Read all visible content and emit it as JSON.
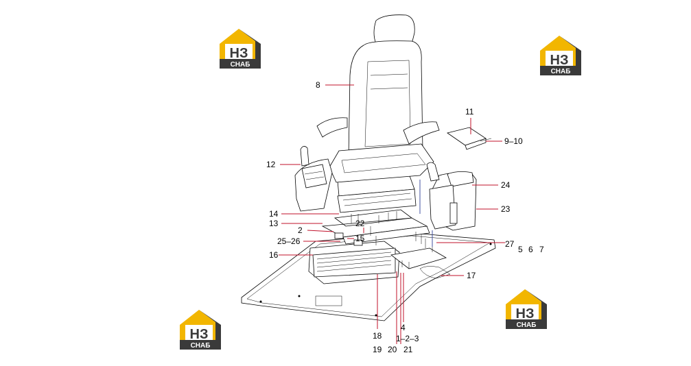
{
  "logos": [
    {
      "letters": "НЗ",
      "word": "СНАБ"
    },
    {
      "letters": "НЗ",
      "word": "СНАБ"
    },
    {
      "letters": "НЗ",
      "word": "СНАБ"
    },
    {
      "letters": "НЗ",
      "word": "СНАБ"
    }
  ],
  "colors": {
    "logo_yellow": "#f2b600",
    "logo_dark": "#3a3a3a",
    "leader_red": "#c0102a",
    "leader_blue": "#4050a0"
  },
  "labels": {
    "l8": "8",
    "l11": "11",
    "l9_10": "9–10",
    "l12": "12",
    "l24": "24",
    "l23": "23",
    "l14": "14",
    "l13": "13",
    "l22": "22",
    "l2": "2",
    "l15": "15",
    "l25_26": "25–26",
    "l27": "27",
    "l5": "5",
    "l6": "6",
    "l7": "7",
    "l16": "16",
    "l17": "17",
    "l4": "4",
    "l18": "18",
    "l1_2_3": "1–2–3",
    "l19": "19",
    "l20": "20",
    "l21": "21"
  }
}
